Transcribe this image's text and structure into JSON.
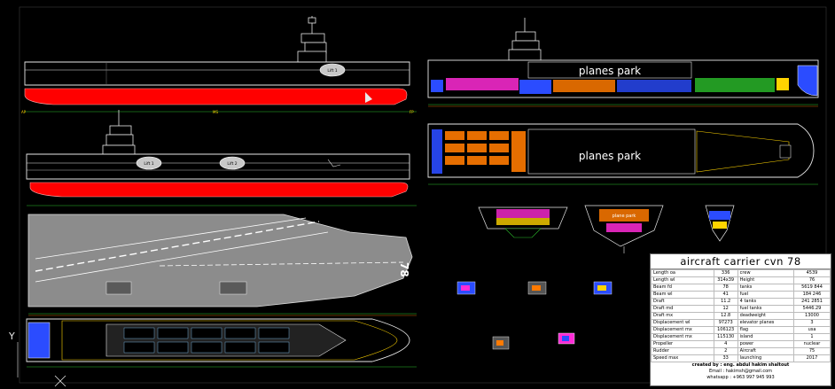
{
  "labels": {
    "planes_park_side": "planes park",
    "planes_park_top": "planes park",
    "lift_1": "Lift 1",
    "lift_2": "Lift 2",
    "cut_label_1": "plane park",
    "axis_y": "Y"
  },
  "title_block": {
    "title": "aircraft carrier cvn 78",
    "rows": [
      [
        "Length oa",
        "336",
        "crew",
        "4539"
      ],
      [
        "Length wl",
        "314x39",
        "Height",
        "76"
      ],
      [
        "Beam fd",
        "78",
        "tanks",
        "5619 844"
      ],
      [
        "Beam wl",
        "41",
        "fuel",
        "184 246"
      ],
      [
        "Draft",
        "11.2",
        "4 tanks",
        "241 2851"
      ],
      [
        "Draft md",
        "12",
        "fuel tanks",
        "5446.29"
      ],
      [
        "Draft mx",
        "12.8",
        "deadweight",
        "13000"
      ],
      [
        "Displacement wl",
        "97273",
        "elevator planes",
        "3"
      ],
      [
        "Displacement mx",
        "106123",
        "flag",
        "usa"
      ],
      [
        "Displacement mx",
        "115130",
        "island",
        "1"
      ],
      [
        "Propeller",
        "4",
        "power",
        "nuclear"
      ],
      [
        "Rudder",
        "2",
        "Aircraft",
        "75"
      ],
      [
        "Speed max",
        "33",
        "launching",
        "2017"
      ]
    ],
    "credit_line": "created by : eng. abdul hakim shaltout",
    "email_line": "Email : hakimsh@gmail.com",
    "phone_line": "whatsapp : +963 997 945 993"
  },
  "colors": {
    "background": "#000000",
    "hull_red": "#ff0000",
    "hull_gray": "#8c8c8c",
    "outline_white": "#e8e8e8",
    "dim_green": "#2cc02c",
    "accent_yellow": "#ffd400",
    "accent_blue": "#2b4cff",
    "accent_magenta": "#ff2bd6",
    "accent_orange": "#ff7a00"
  }
}
